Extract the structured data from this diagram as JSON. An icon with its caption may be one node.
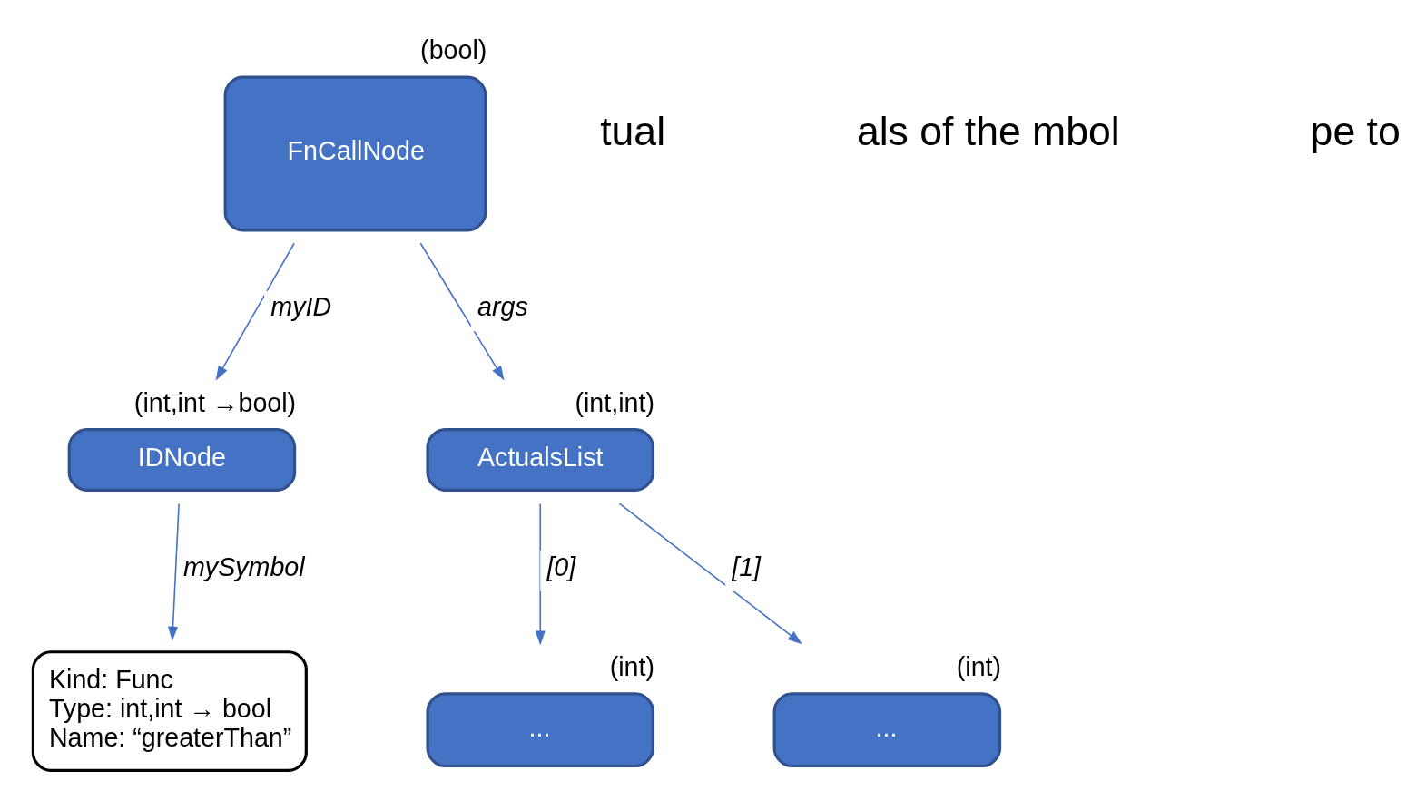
{
  "diagram": {
    "nodes": [
      {
        "text": [
          "FnCallNode"
        ],
        "beside": [
          "(bool)"
        ]
      },
      {
        "text": [
          "IDNode"
        ],
        "beside": [
          "(int,int →bool)"
        ]
      },
      {
        "text": [
          "ActualsList"
        ],
        "beside": [
          "(int,int)"
        ]
      },
      {
        "text": [
          "Kind: Func",
          "Type: int,int → bool",
          "Name: “greaterThan”"
        ]
      },
      {
        "text": [
          "..."
        ],
        "beside": [
          "(int)"
        ]
      },
      {
        "text": [
          "..."
        ],
        "beside": [
          "(int)"
        ]
      }
    ],
    "edges": [
      {
        "from": 0,
        "to": 1,
        "arrow": "to",
        "label": "myID"
      },
      {
        "from": 0,
        "to": 2,
        "arrow": "to",
        "label": "args"
      },
      {
        "from": 1,
        "to": 3,
        "arrow": "to",
        "label": "mySymbol"
      },
      {
        "from": 2,
        "to": 4,
        "arrow": "to",
        "label": "[0]"
      },
      {
        "from": 2,
        "to": 5,
        "arrow": "to",
        "label": "[1]"
      }
    ],
    "labels": [
      "tual",
      "als of the mbol",
      "pe to"
    ]
  }
}
